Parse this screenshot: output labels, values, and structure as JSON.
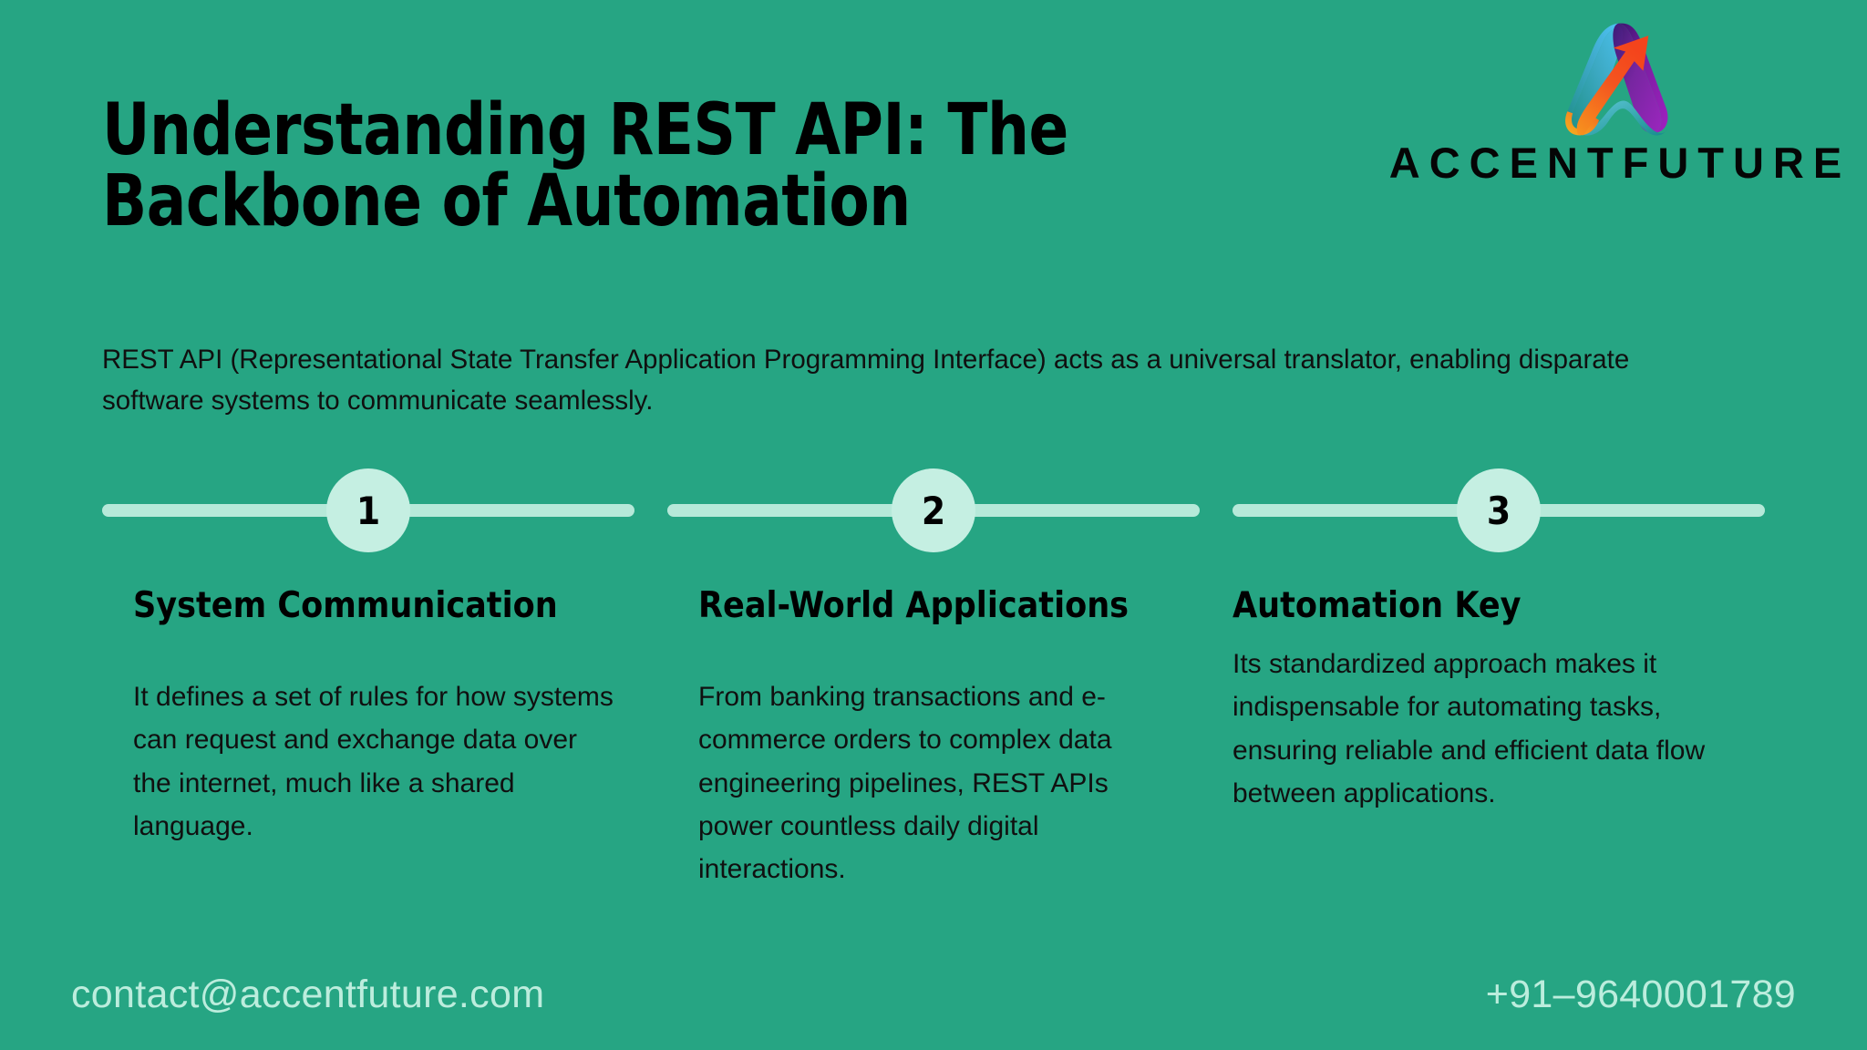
{
  "colors": {
    "background": "#26A583",
    "mint": "#B6E9D9",
    "node_fill": "#C5EFE2",
    "footer_text": "#BCEDDD",
    "text": "#101010"
  },
  "brand": {
    "wordmark": "ACCENTFUTURE",
    "logo_icon": "accentfuture-arrow-logo"
  },
  "header": {
    "title_line1": "Understanding REST API: The",
    "title_line2": "Backbone of Automation"
  },
  "intro": {
    "text": "REST API (Representational State Transfer Application Programming Interface) acts as a universal translator, enabling disparate software systems to communicate seamlessly."
  },
  "steps": [
    {
      "number": "1",
      "heading": "System Communication",
      "body": "It defines a set of rules for how systems can request and exchange data over the internet, much like a shared language."
    },
    {
      "number": "2",
      "heading": "Real-World Applications",
      "body": "From banking transactions and e-commerce orders to complex data engineering pipelines, REST APIs power countless daily digital interactions."
    },
    {
      "number": "3",
      "heading": "Automation Key",
      "body": "Its standardized approach makes it indispensable for automating tasks, ensuring reliable and efficient data flow between applications."
    }
  ],
  "footer": {
    "email": "contact@accentfuture.com",
    "phone": "+91–9640001789"
  }
}
